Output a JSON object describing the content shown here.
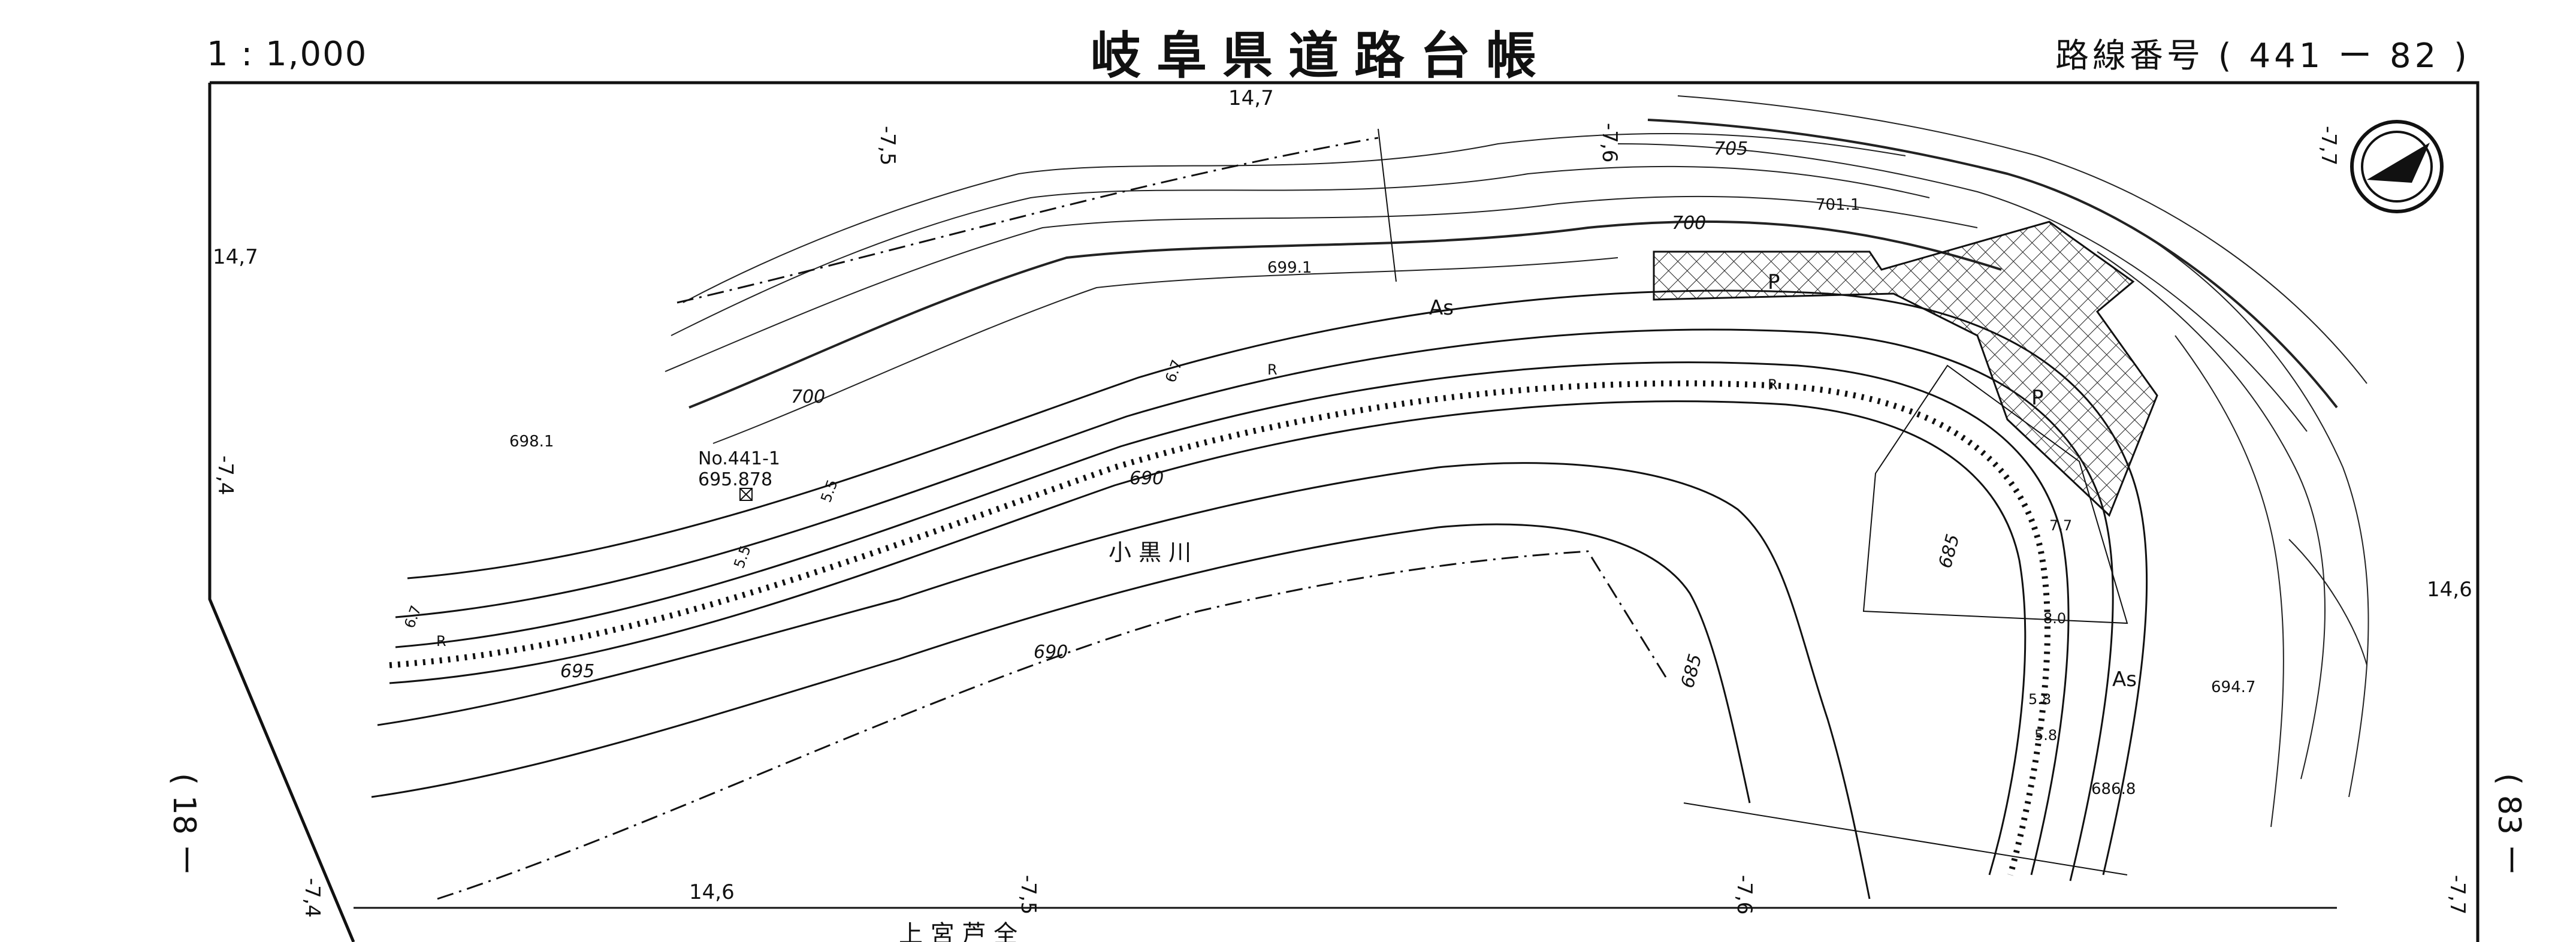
{
  "header": {
    "scale": "1 : 1,000",
    "title": "岐阜県道路台帳",
    "route_number": "路線番号 ( 441 ー 82 )"
  },
  "side_labels": {
    "left": "( 18 ー",
    "right": "( 83 ー"
  },
  "grid_labels": {
    "top_1": "-7,5",
    "top_2": "14,7",
    "top_3": "-7,6",
    "top_4": "-7,7",
    "left_1": "14,7",
    "left_2": "-7,4",
    "right_1": "14,6",
    "bottom_1": "-7,4",
    "bottom_2": "14,6",
    "bottom_3": "-7,5",
    "bottom_4": "-7,6",
    "bottom_5": "-7,7"
  },
  "contours": {
    "c705": "705",
    "c700_top": "700",
    "c700_left": "700",
    "c695": "695",
    "c690_mid": "690",
    "c690_low": "690",
    "c685_a": "685",
    "c685_b": "685"
  },
  "spot_heights": {
    "h701": "701.1",
    "h699": "699.1",
    "h698": "698.1",
    "h694": "694.7",
    "h686": "686.8"
  },
  "benchmark": {
    "id": "No.441-1",
    "elevation": "695.878"
  },
  "map_labels": {
    "river": "小 黒 川",
    "asphalt_1": "As",
    "asphalt_2": "As",
    "parking_1": "P",
    "parking_2": "P",
    "retaining_1": "R",
    "retaining_2": "R",
    "retaining_3": "R",
    "bottom_place": "上 宮 芦 全"
  },
  "widths": {
    "w1": "5.5",
    "w2": "6.7",
    "w3": "5.5",
    "w4": "6.7",
    "w5": "5.8",
    "w6": "7.7",
    "w7": "8.0",
    "w8": "5.8"
  }
}
